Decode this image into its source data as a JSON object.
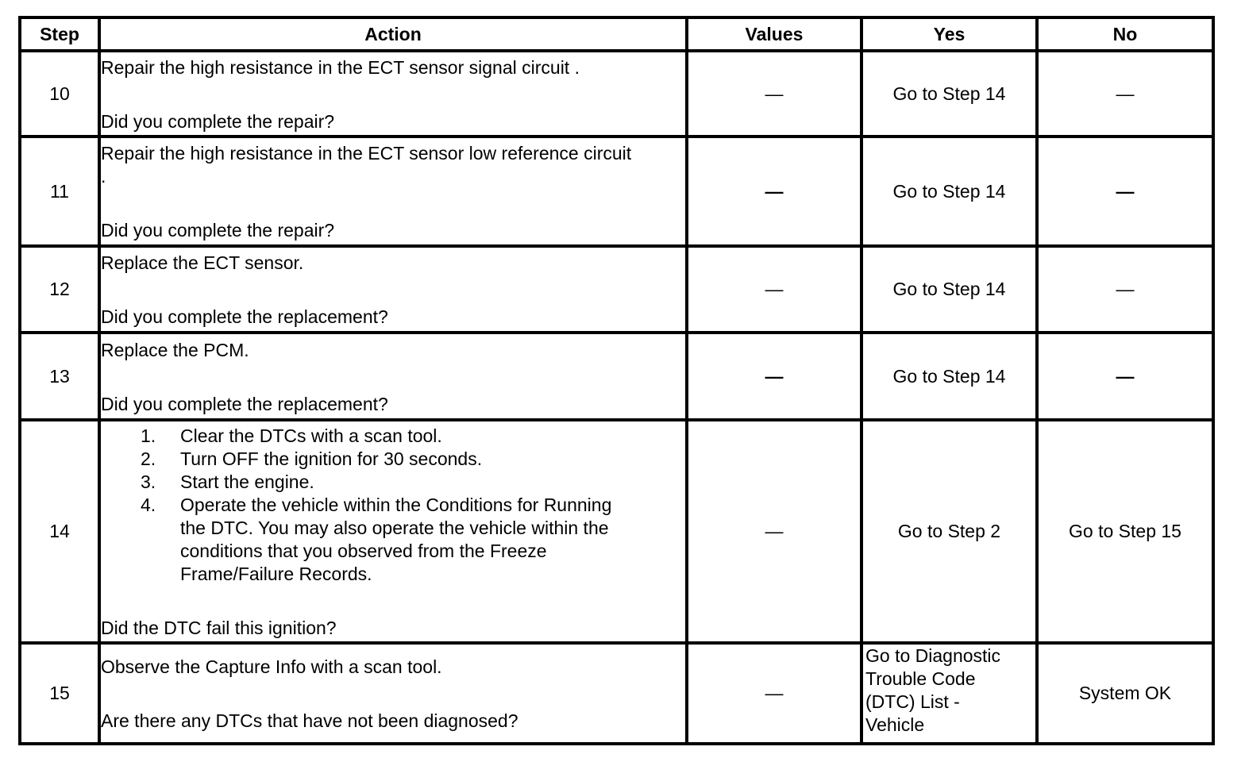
{
  "headers": {
    "step": "Step",
    "action": "Action",
    "values": "Values",
    "yes": "Yes",
    "no": "No"
  },
  "dash": "—",
  "rows": [
    {
      "step": "10",
      "action": "Repair the high resistance in the ECT sensor signal circuit .",
      "question": "Did you complete the repair?",
      "yes": "Go to Step 14"
    },
    {
      "step": "11",
      "action_line1": "Repair the high resistance in the ECT sensor low reference circuit",
      "action_line2": ".",
      "question": "Did you complete the repair?",
      "yes": "Go to Step 14"
    },
    {
      "step": "12",
      "action": "Replace the ECT sensor.",
      "question": "Did you complete the replacement?",
      "yes": "Go to Step 14"
    },
    {
      "step": "13",
      "action": "Replace the PCM.",
      "question": "Did you complete the replacement?",
      "yes": "Go to Step 14"
    },
    {
      "step": "14",
      "items": [
        {
          "num": "1.",
          "text": "Clear the DTCs with a scan tool."
        },
        {
          "num": "2.",
          "text": "Turn OFF the ignition for 30 seconds."
        },
        {
          "num": "3.",
          "text": "Start the engine."
        },
        {
          "num": "4.",
          "line1": "Operate the vehicle within the Conditions for Running",
          "line2": "the DTC. You may also operate the vehicle within the",
          "line3": "conditions that you observed from the Freeze",
          "line4": "Frame/Failure Records."
        }
      ],
      "question": "Did the DTC fail this ignition?",
      "yes": "Go to Step 2",
      "no": "Go to Step 15"
    },
    {
      "step": "15",
      "action": "Observe the Capture Info with a scan tool.",
      "question": "Are there any DTCs that have not been diagnosed?",
      "yes_line1": "Go to Diagnostic",
      "yes_line2": "Trouble Code",
      "yes_line3": "(DTC) List -",
      "yes_line4": "Vehicle",
      "no": "System OK"
    }
  ]
}
